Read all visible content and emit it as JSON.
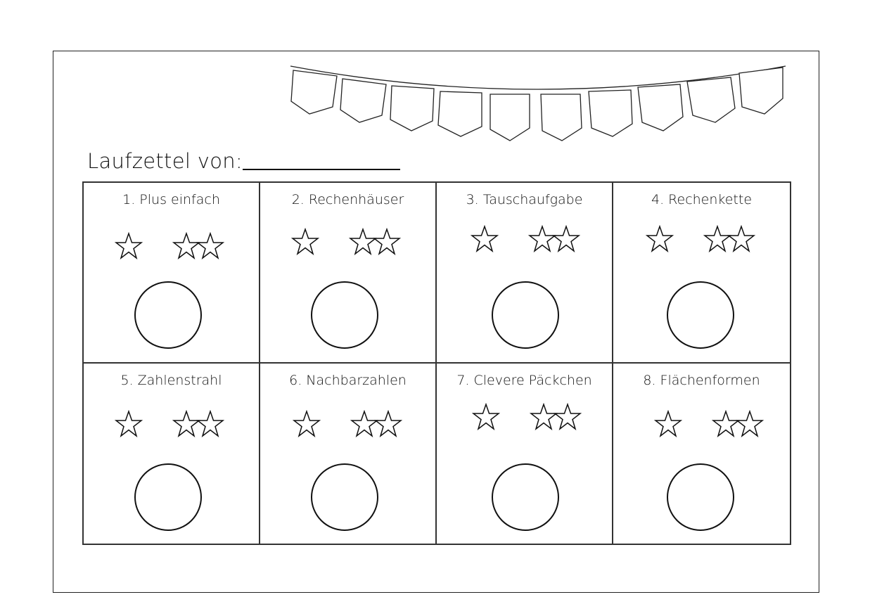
{
  "header": {
    "title": "Laufzettel von:"
  },
  "icons": {
    "decoration": "bunting-garland-icon",
    "rating_single": "star-icon",
    "rating_double": "two-stars-icon",
    "checkbox": "circle-check-icon"
  },
  "stations": [
    {
      "label": "1. Plus einfach"
    },
    {
      "label": "2. Rechenhäuser"
    },
    {
      "label": "3. Tauschaufgabe"
    },
    {
      "label": "4. Rechenkette"
    },
    {
      "label": "5. Zahlenstrahl"
    },
    {
      "label": "6. Nachbarzahlen"
    },
    {
      "label": "7. Clevere Päckchen"
    },
    {
      "label": "8. Flächenformen"
    }
  ]
}
